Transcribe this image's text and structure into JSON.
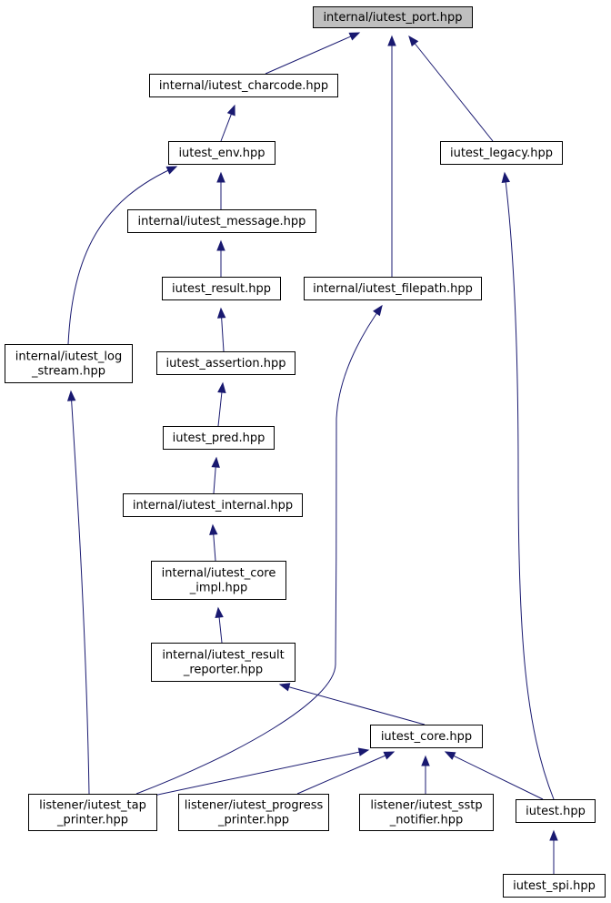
{
  "diagram": {
    "colors": {
      "edge": "#191970",
      "node_fill": "#ffffff",
      "root_fill": "#bfbfbf",
      "border": "#000000"
    },
    "nodes": [
      {
        "id": "port",
        "lines": [
          "internal/iutest_port.hpp"
        ],
        "root": true
      },
      {
        "id": "charcode",
        "lines": [
          "internal/iutest_charcode.hpp"
        ]
      },
      {
        "id": "env",
        "lines": [
          "iutest_env.hpp"
        ]
      },
      {
        "id": "legacy",
        "lines": [
          "iutest_legacy.hpp"
        ]
      },
      {
        "id": "message",
        "lines": [
          "internal/iutest_message.hpp"
        ]
      },
      {
        "id": "result",
        "lines": [
          "iutest_result.hpp"
        ]
      },
      {
        "id": "filepath",
        "lines": [
          "internal/iutest_filepath.hpp"
        ]
      },
      {
        "id": "logstream",
        "lines": [
          "internal/iutest_log",
          "_stream.hpp"
        ]
      },
      {
        "id": "assertion",
        "lines": [
          "iutest_assertion.hpp"
        ]
      },
      {
        "id": "pred",
        "lines": [
          "iutest_pred.hpp"
        ]
      },
      {
        "id": "internal",
        "lines": [
          "internal/iutest_internal.hpp"
        ]
      },
      {
        "id": "coreimpl",
        "lines": [
          "internal/iutest_core",
          "_impl.hpp"
        ]
      },
      {
        "id": "reporter",
        "lines": [
          "internal/iutest_result",
          "_reporter.hpp"
        ]
      },
      {
        "id": "core",
        "lines": [
          "iutest_core.hpp"
        ]
      },
      {
        "id": "tap",
        "lines": [
          "listener/iutest_tap",
          "_printer.hpp"
        ]
      },
      {
        "id": "progress",
        "lines": [
          "listener/iutest_progress",
          "_printer.hpp"
        ]
      },
      {
        "id": "sstp",
        "lines": [
          "listener/iutest_sstp",
          "_notifier.hpp"
        ]
      },
      {
        "id": "iutest",
        "lines": [
          "iutest.hpp"
        ]
      },
      {
        "id": "spi",
        "lines": [
          "iutest_spi.hpp"
        ]
      }
    ],
    "edges": [
      {
        "from": "charcode",
        "to": "port"
      },
      {
        "from": "filepath",
        "to": "port"
      },
      {
        "from": "legacy",
        "to": "port"
      },
      {
        "from": "env",
        "to": "charcode"
      },
      {
        "from": "message",
        "to": "env"
      },
      {
        "from": "logstream",
        "to": "env"
      },
      {
        "from": "iutest",
        "to": "legacy"
      },
      {
        "from": "result",
        "to": "message"
      },
      {
        "from": "assertion",
        "to": "result"
      },
      {
        "from": "tap",
        "to": "filepath"
      },
      {
        "from": "tap",
        "to": "logstream"
      },
      {
        "from": "pred",
        "to": "assertion"
      },
      {
        "from": "internal",
        "to": "pred"
      },
      {
        "from": "coreimpl",
        "to": "internal"
      },
      {
        "from": "reporter",
        "to": "coreimpl"
      },
      {
        "from": "core",
        "to": "reporter"
      },
      {
        "from": "tap",
        "to": "core"
      },
      {
        "from": "progress",
        "to": "core"
      },
      {
        "from": "sstp",
        "to": "core"
      },
      {
        "from": "iutest",
        "to": "core"
      },
      {
        "from": "spi",
        "to": "iutest"
      }
    ]
  }
}
